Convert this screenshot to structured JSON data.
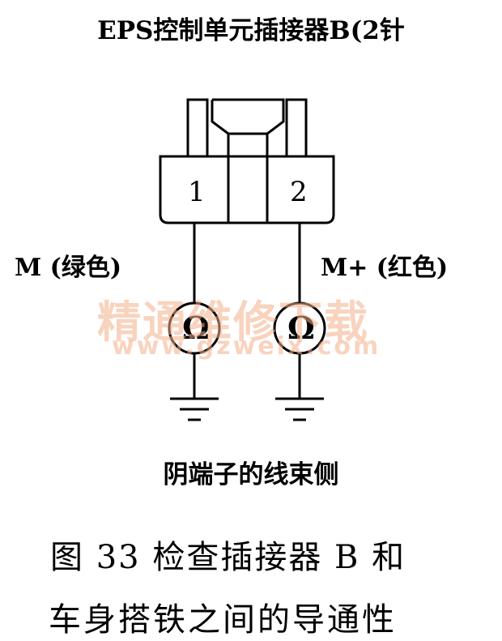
{
  "title": "EPS控制单元插接器B(2针",
  "pins": [
    "1",
    "2"
  ],
  "labels": {
    "left_wire": "M (绿色)",
    "right_wire": "M+ (红色)"
  },
  "meter_symbol": "Ω",
  "harness_side": "阴端子的线束侧",
  "caption": {
    "line1": "图 33   检查插接器 B 和",
    "line2": "车身搭铁之间的导通性"
  },
  "watermark": {
    "text": "精通维修下载",
    "url": "www.gzweix.com"
  },
  "colors": {
    "watermark": "#f4b089",
    "line": "#000000"
  },
  "icons": [
    "ohmmeter-icon",
    "ground-icon"
  ]
}
